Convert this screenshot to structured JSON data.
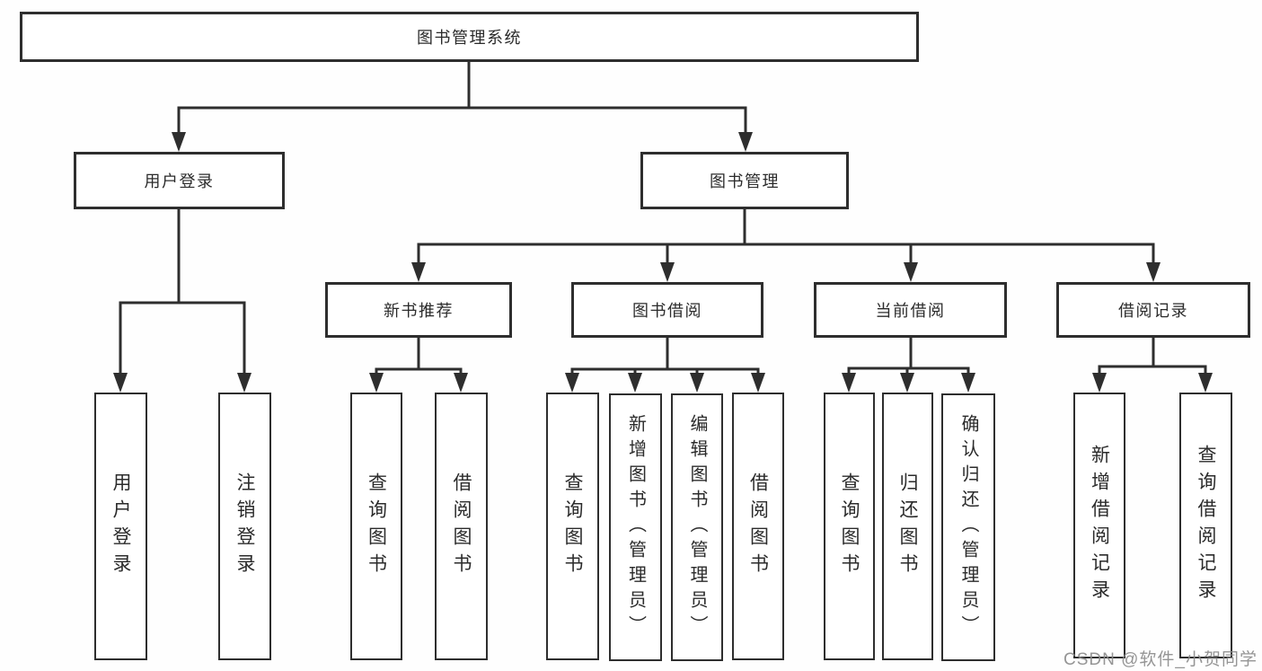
{
  "nodes": {
    "root": "图书管理系统",
    "user_login": "用户登录",
    "book_mgmt": "图书管理",
    "new_book_rec": "新书推荐",
    "book_borrow": "图书借阅",
    "current_borrow": "当前借阅",
    "borrow_records": "借阅记录",
    "leaf_user_login": "用户登录",
    "leaf_logout": "注销登录",
    "leaf_query_book_newrec": "查询图书",
    "leaf_borrow_book_newrec": "借阅图书",
    "leaf_query_book_borrow": "查询图书",
    "leaf_add_book_admin": "新增图书（管理员）",
    "leaf_edit_book_admin": "编辑图书（管理员）",
    "leaf_borrow_book_borrow": "借阅图书",
    "leaf_query_book_current": "查询图书",
    "leaf_return_book": "归还图书",
    "leaf_confirm_return_admin": "确认归还（管理员）",
    "leaf_add_borrow_record": "新增借阅记录",
    "leaf_query_borrow_record": "查询借阅记录"
  },
  "watermark": "CSDN @软件_小贺同学",
  "colors": {
    "line": "#2e2e2e",
    "box_border": "#2e2e2e",
    "text": "#2b2b2b",
    "watermark": "#8c8c8c",
    "background": "#fefefe"
  }
}
